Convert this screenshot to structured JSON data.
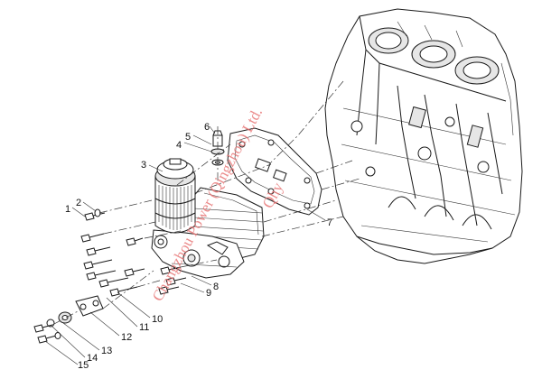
{
  "watermark": {
    "line1": "Changzhou Power (Qingzhou) Ltd.",
    "line2": "Qhy",
    "color": "#e87878"
  },
  "callouts": [
    "1",
    "2",
    "3",
    "4",
    "5",
    "6",
    "7",
    "8",
    "9",
    "10",
    "11",
    "12",
    "13",
    "14",
    "15"
  ],
  "icons": {
    "engine_block": "engine-block-drawing",
    "oil_filter": "oil-filter-drawing",
    "gasket": "gasket-drawing",
    "cooler_housing": "oil-cooler-housing-drawing"
  }
}
